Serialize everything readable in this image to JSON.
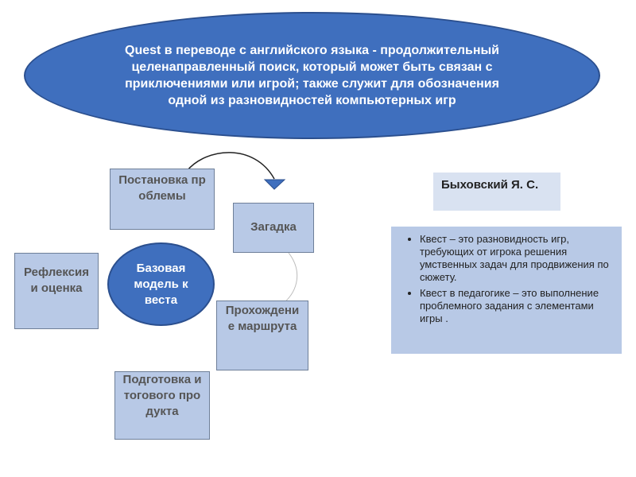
{
  "definition": {
    "text": "Quest в переводе с английского языка - продолжительный целенаправленный поиск, который может быть связан с приключениями или игрой; также служит для обозначения одной из разновидностей компьютерных игр"
  },
  "center": {
    "label": "Базовая модель квеста"
  },
  "boxes": {
    "problem": "Постановка проблемы",
    "riddle": "Загадка",
    "reflection": "Рефлексия и оценка",
    "route": "Прохождение маршрута",
    "product": "Подготовка итогового продукта"
  },
  "author": {
    "name": "Быховский Я. С."
  },
  "notes": {
    "items": [
      "Квест – это разновидность игр, требующих от игрока решения умственных задач для продвижения по сюжету.",
      "Квест в педагогике – это выполнение проблемного задания с элементами игры ."
    ]
  },
  "colors": {
    "dark_blue": "#3f6fbe",
    "light_blue": "#b8c9e6",
    "author_bg": "#d9e2f1"
  }
}
